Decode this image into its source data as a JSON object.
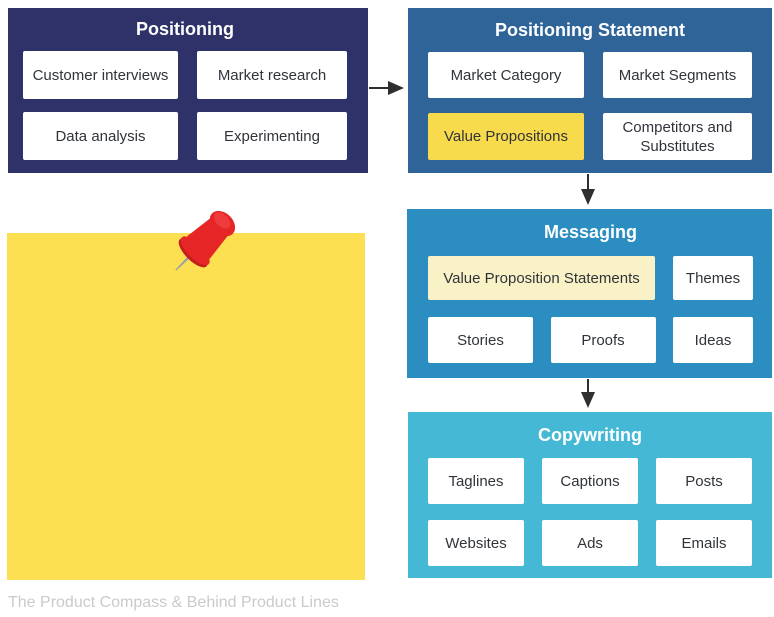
{
  "panels": {
    "positioning": {
      "title": "Positioning",
      "items": [
        "Customer interviews",
        "Market research",
        "Data analysis",
        "Experimenting"
      ]
    },
    "positioning_statement": {
      "title": "Positioning Statement",
      "items": [
        "Market Category",
        "Market Segments",
        "Value Propositions",
        "Competitors and Substitutes"
      ],
      "highlighted_item": "Value Propositions"
    },
    "messaging": {
      "title": "Messaging",
      "items": [
        "Value Proposition Statements",
        "Themes",
        "Stories",
        "Proofs",
        "Ideas"
      ],
      "highlighted_item": "Value Proposition Statements"
    },
    "copywriting": {
      "title": "Copywriting",
      "items": [
        "Taglines",
        "Captions",
        "Posts",
        "Websites",
        "Ads",
        "Emails"
      ]
    }
  },
  "flow": [
    "Positioning",
    "Positioning Statement",
    "Messaging",
    "Copywriting"
  ],
  "colors": {
    "positioning_bg": "#2E3268",
    "positioning_statement_bg": "#2F6499",
    "messaging_bg": "#2C8EC0",
    "copywriting_bg": "#45B8D5",
    "highlight_yellow": "#F8DB4D",
    "highlight_pale_yellow": "#FAF2C7",
    "sticky_note_yellow": "#FCE051",
    "pushpin_red": "#E62626",
    "pushpin_dark_red": "#C31D1D",
    "pushpin_needle_gray": "#99A0A7",
    "arrow": "#2F2F2F",
    "footer_text": "#CACACA"
  },
  "footer": {
    "credit": "The Product Compass & Behind Product Lines"
  }
}
